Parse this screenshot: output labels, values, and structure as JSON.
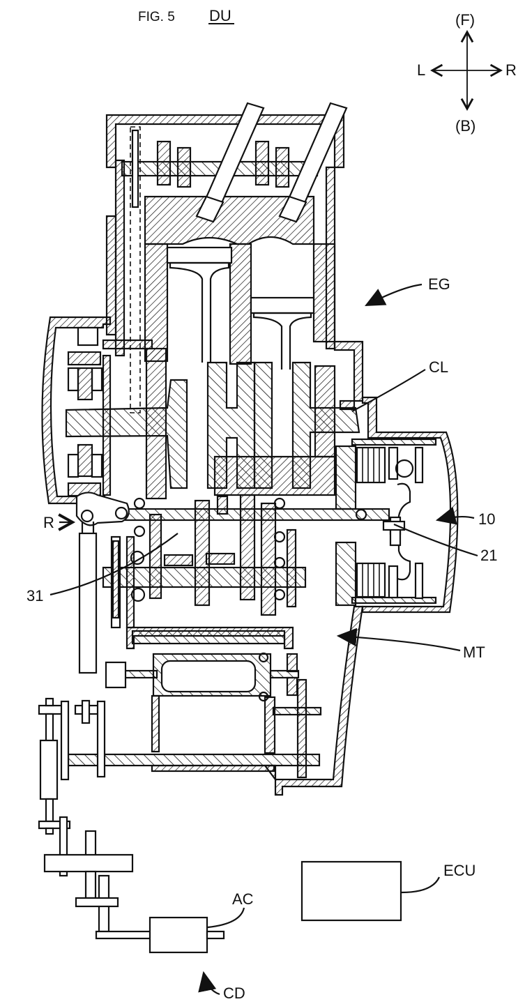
{
  "figure": {
    "number_label": "FIG. 5",
    "assembly_label": "DU"
  },
  "direction_indicator": {
    "front": "(F)",
    "back": "(B)",
    "left": "L",
    "right": "R"
  },
  "reference_labels": {
    "engine": "EG",
    "crankshaft": "CL",
    "clutch": "10",
    "clutch_part": "21",
    "shaft": "31",
    "release_lever": "R",
    "transmission": "MT",
    "control_unit": "ECU",
    "actuator": "AC",
    "clutch_drive": "CD"
  }
}
